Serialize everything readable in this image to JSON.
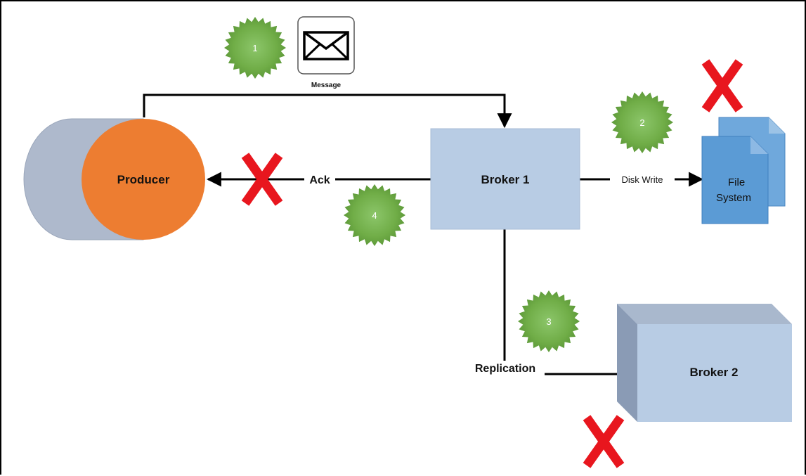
{
  "diagram": {
    "message": {
      "label": "Message"
    },
    "producer": {
      "label": "Producer"
    },
    "broker1": {
      "label": "Broker 1"
    },
    "broker2": {
      "label": "Broker 2"
    },
    "filesystem": {
      "label_line1": "File",
      "label_line2": "System"
    },
    "edges": {
      "ack": "Ack",
      "disk_write": "Disk Write",
      "replication": "Replication"
    },
    "steps": [
      {
        "number": "1"
      },
      {
        "number": "2"
      },
      {
        "number": "3"
      },
      {
        "number": "4"
      }
    ],
    "colors": {
      "producer": "#ED7D31",
      "cylinder_body": "#AEB9CC",
      "broker": "#B8CCE4",
      "broker_side": "#8A9BB5",
      "file_front": "#5B9BD5",
      "file_back": "#6FA8DC",
      "step_badge": "#70AD47",
      "failure_x": "#E8161E"
    }
  }
}
